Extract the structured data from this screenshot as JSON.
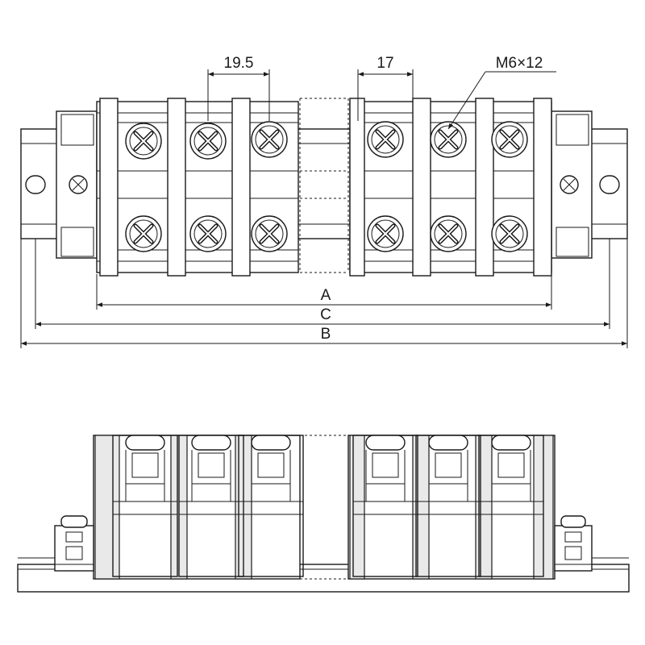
{
  "labels": {
    "pitch_left": "19.5",
    "pitch_right": "17",
    "screw": "M6×12",
    "dim_a": "A",
    "dim_c": "C",
    "dim_b": "B"
  }
}
